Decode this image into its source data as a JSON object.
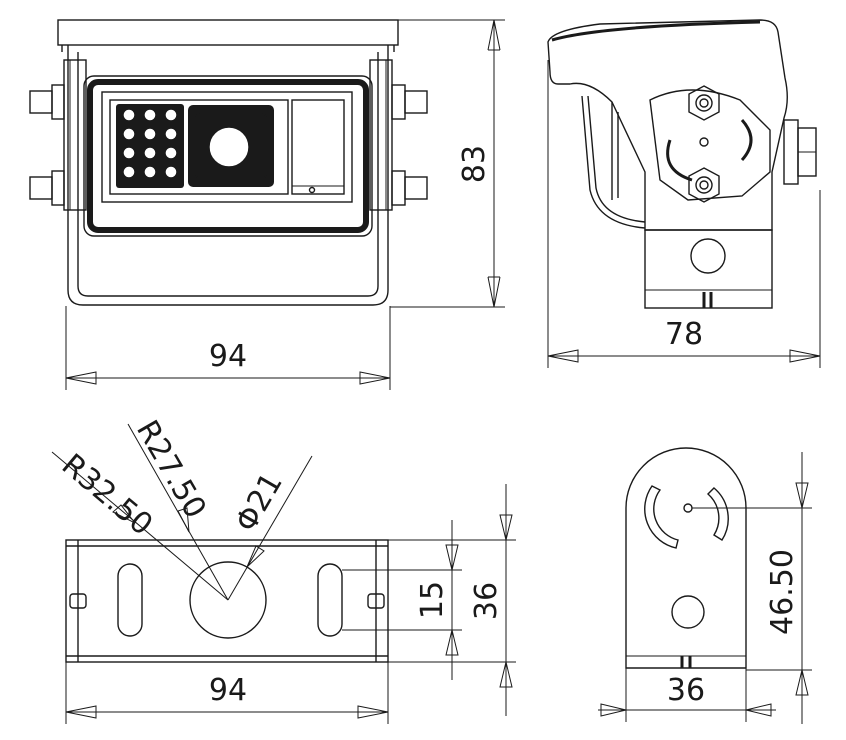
{
  "dimensions": {
    "front_width": "94",
    "front_height": "83",
    "side_width": "78",
    "bracket_width": "94",
    "radius_outer": "R32.50",
    "radius_inner": "R27.50",
    "hole_diameter": "Φ21",
    "bracket_small": "15",
    "bracket_height": "36",
    "plate_height": "46.50",
    "plate_width": "36"
  },
  "colors": {
    "line": "#1a1a1a",
    "background": "#ffffff"
  }
}
